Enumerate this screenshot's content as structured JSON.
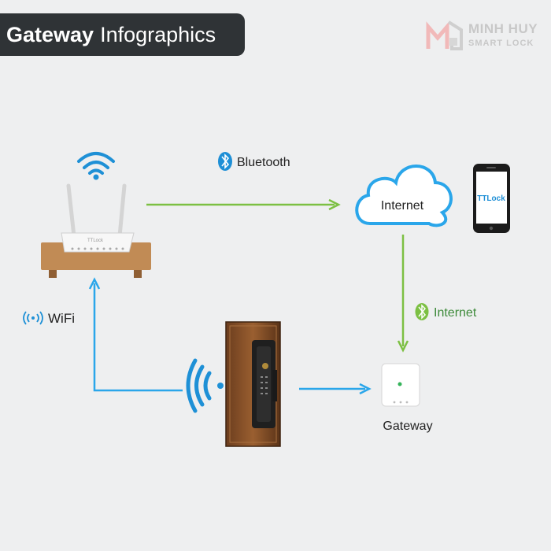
{
  "title": {
    "bold": "Gateway",
    "light": "Infographics"
  },
  "brand": {
    "name": "MINH HUY",
    "tagline": "SMART LOCK",
    "logo_letters": "MH"
  },
  "labels": {
    "bluetooth": "Bluetooth",
    "internet_cloud": "Internet",
    "internet_link": "Internet",
    "wifi": "WiFi",
    "gateway": "Gateway",
    "phone_app": "TTLock",
    "router_brand": "TTLock"
  },
  "colors": {
    "green_line": "#7cc043",
    "blue_line": "#2aa6ea",
    "wifi_blue": "#1e90d6",
    "title_bg": "#2f3336",
    "wood": "#c18b55",
    "door_wood": "#7a4a25"
  },
  "icons": [
    "wifi-icon",
    "bluetooth-icon",
    "cloud-icon",
    "phone-icon",
    "router-icon",
    "smart-lock-icon",
    "gateway-icon",
    "signal-waves-icon"
  ]
}
